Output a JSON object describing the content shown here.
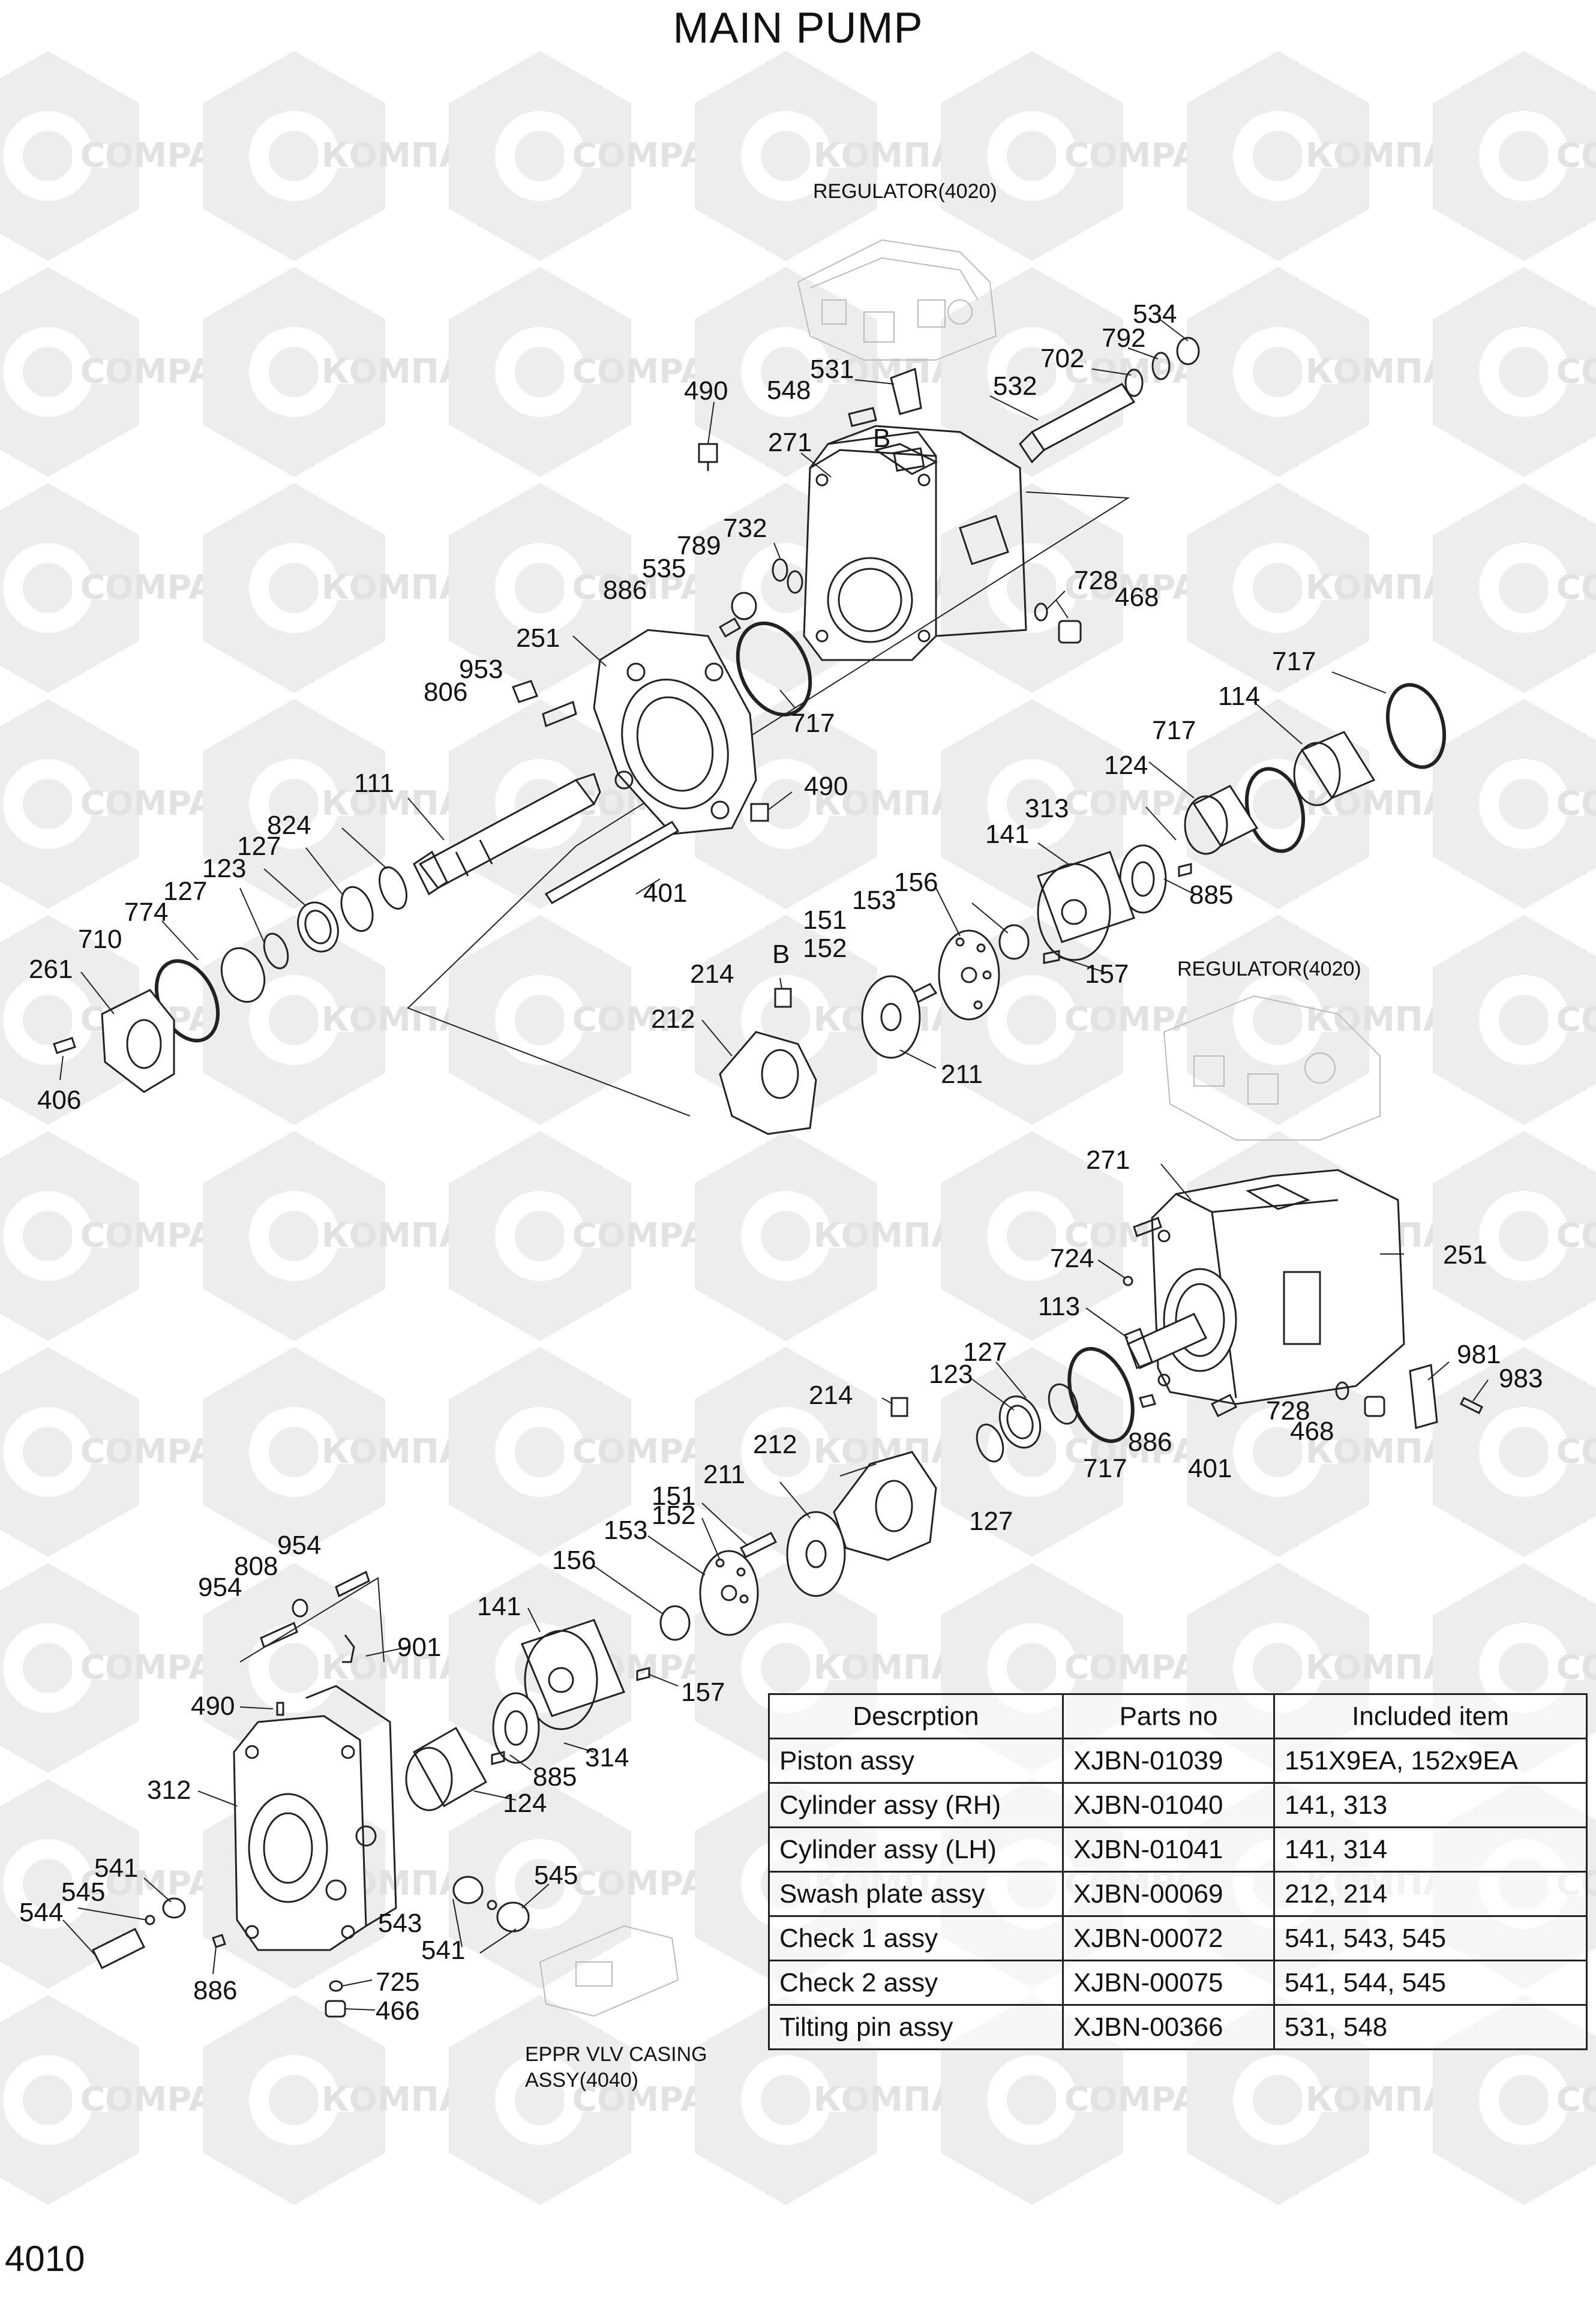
{
  "title": "MAIN PUMP",
  "page_number": "4010",
  "watermark": {
    "text_cyrillic": "КОМПАРТ",
    "text_latin": "COMPART",
    "color": "#e2e2e2"
  },
  "callouts": {
    "regulator_top": "REGULATOR(4020)",
    "regulator_mid": "REGULATOR(4020)",
    "eppr_line1": "EPPR VLV CASING",
    "eppr_line2": "ASSY(4040)",
    "b_top": "B",
    "b_mid": "B"
  },
  "part_labels_upper": [
    "534",
    "792",
    "702",
    "531",
    "548",
    "490",
    "532",
    "271",
    "732",
    "789",
    "535",
    "886",
    "728",
    "468",
    "251",
    "953",
    "806",
    "717",
    "490",
    "111",
    "717",
    "114",
    "717",
    "124",
    "313",
    "141",
    "885",
    "824",
    "127",
    "123",
    "127",
    "774",
    "710",
    "261",
    "406",
    "401",
    "156",
    "153",
    "151",
    "152",
    "157",
    "214",
    "212",
    "211"
  ],
  "part_labels_lower": [
    "271",
    "724",
    "251",
    "113",
    "981",
    "983",
    "127",
    "123",
    "214",
    "728",
    "468",
    "886",
    "717",
    "401",
    "127",
    "212",
    "211",
    "151",
    "152",
    "153",
    "954",
    "808",
    "954",
    "156",
    "901",
    "141",
    "157",
    "490",
    "885",
    "314",
    "312",
    "124",
    "541",
    "545",
    "545",
    "544",
    "543",
    "541",
    "725",
    "886",
    "466"
  ],
  "table": {
    "headers": [
      "Descrption",
      "Parts no",
      "Included item"
    ],
    "rows": [
      [
        "Piston assy",
        "XJBN-01039",
        "151X9EA, 152x9EA"
      ],
      [
        "Cylinder assy (RH)",
        "XJBN-01040",
        "141, 313"
      ],
      [
        "Cylinder assy (LH)",
        "XJBN-01041",
        "141, 314"
      ],
      [
        "Swash plate assy",
        "XJBN-00069",
        "212, 214"
      ],
      [
        "Check 1 assy",
        "XJBN-00072",
        "541, 543, 545"
      ],
      [
        "Check 2 assy",
        "XJBN-00075",
        "541, 544, 545"
      ],
      [
        "Tilting pin assy",
        "XJBN-00366",
        "531, 548"
      ]
    ]
  }
}
